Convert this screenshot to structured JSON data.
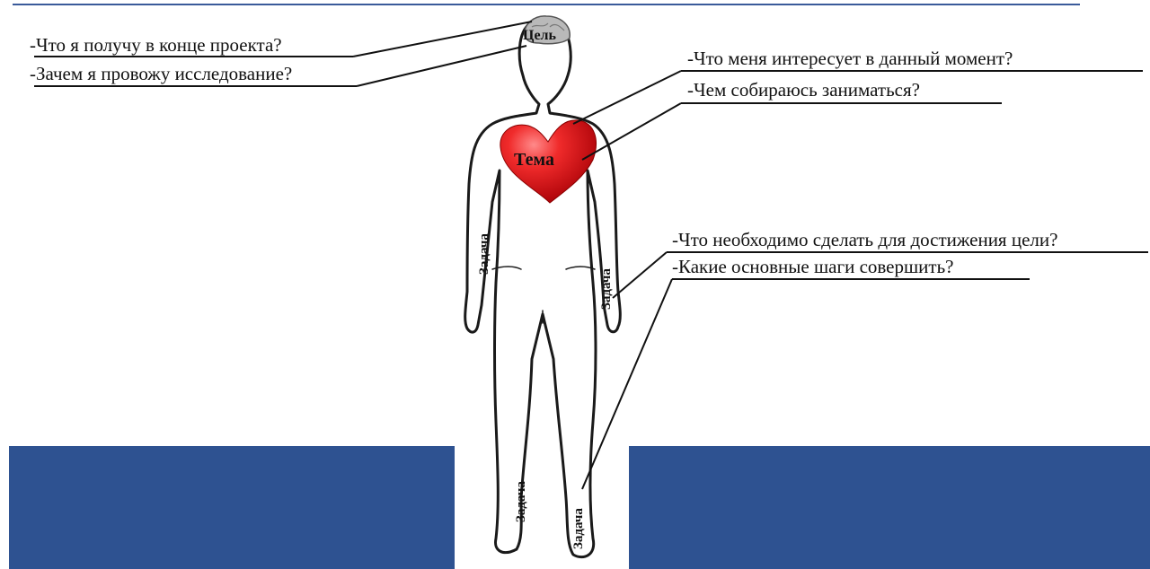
{
  "questions": {
    "goal_1": "-Что я получу в конце проекта?",
    "goal_2": "-Зачем я провожу исследование?",
    "topic_1": "-Что меня интересует в данный момент?",
    "topic_2": "-Чем собираюсь заниматься?",
    "task_1": "-Что необходимо сделать для достижения цели?",
    "task_2": "-Какие основные шаги совершить?"
  },
  "labels": {
    "head": "Цель",
    "heart": "Тема",
    "task": "Задача"
  },
  "colors": {
    "band": "#2e5291",
    "heart": "#e0141c",
    "brain": "#b9b9b9"
  }
}
